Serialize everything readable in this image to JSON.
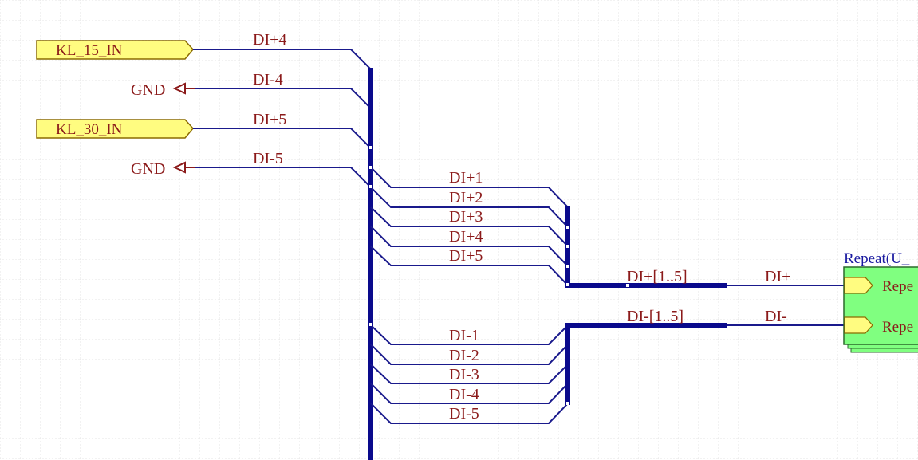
{
  "colors": {
    "wire": "#1a1a8c",
    "bus": "#0a0a8c",
    "net_label": "#8b1a1a",
    "port_fill": "#fffc80",
    "port_stroke": "#8b6b00",
    "sheet_fill": "#80ff80",
    "grid": "#e6e6e6"
  },
  "ports": [
    {
      "name": "KL_15_IN"
    },
    {
      "name": "KL_30_IN"
    }
  ],
  "power": [
    {
      "name": "GND"
    },
    {
      "name": "GND"
    }
  ],
  "input_nets": [
    "DI+4",
    "DI-4",
    "DI+5",
    "DI-5"
  ],
  "plus_nets": [
    "DI+1",
    "DI+2",
    "DI+3",
    "DI+4",
    "DI+5"
  ],
  "minus_nets": [
    "DI-1",
    "DI-2",
    "DI-3",
    "DI-4",
    "DI-5"
  ],
  "buses": {
    "plus": "DI+[1..5]",
    "minus": "DI-[1..5]"
  },
  "sheet_nets": {
    "plus": "DI+",
    "minus": "DI-"
  },
  "sheet": {
    "title": "Repeat(U_",
    "entries": [
      "Repe",
      "Repe"
    ]
  }
}
